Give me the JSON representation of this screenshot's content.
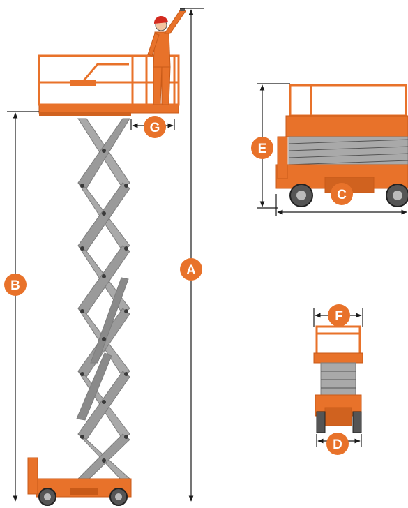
{
  "labels": {
    "a": "A",
    "b": "B",
    "c": "C",
    "d": "D",
    "e": "E",
    "f": "F",
    "g": "G"
  },
  "colors": {
    "orange": "#e8722a",
    "orange_dark": "#c85a18",
    "badge": "#e8722a",
    "scissor": "#a9a9a9",
    "scissor_dark": "#7d7d7d",
    "line": "#1a1a1a"
  }
}
